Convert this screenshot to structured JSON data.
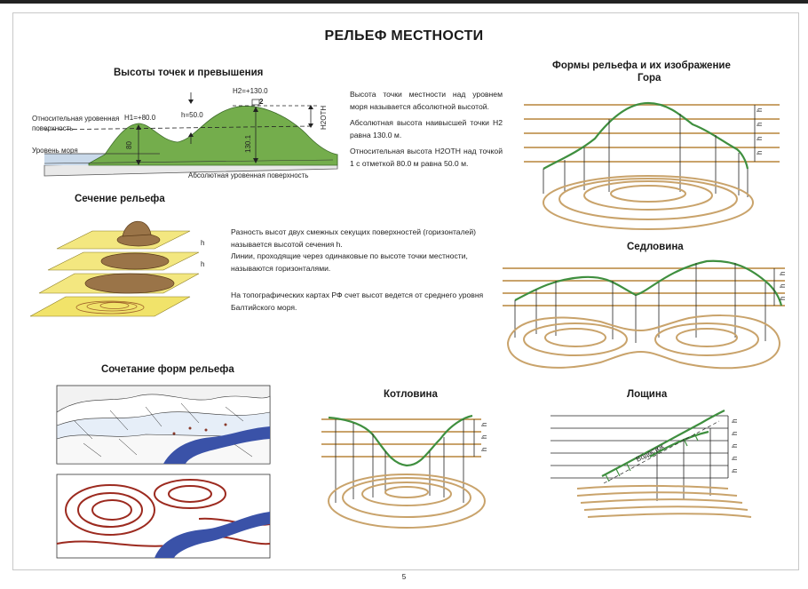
{
  "title": "РЕЛЬЕФ МЕСТНОСТИ",
  "sections": {
    "heights": "Высоты точек и превышения",
    "forms": "Формы рельефа и их изображение",
    "section": "Сечение рельефа",
    "combination": "Сочетание форм рельефа"
  },
  "forms": {
    "mountain": "Гора",
    "saddle": "Седловина",
    "basin": "Котловина",
    "hollow": "Лощина"
  },
  "heights_diagram": {
    "h1": "H1=+80.0",
    "h2": "H2=+130.0",
    "h_rel": "h=50.0",
    "point2": "2",
    "relative_surface_1": "Относительная уровенная",
    "relative_surface_2": "поверхность",
    "sea_level": "Уровень моря",
    "absolute_surface": "Абсолютная  уровенная поверхность",
    "v80": "80",
    "v130": "130.1",
    "h2_otn": "H2ОТН"
  },
  "text": {
    "abs_1": "Высота точки местности над уровнем моря называется абсолютной высотой.",
    "abs_2": "Абсолютная высота наивысшей точки H2 равна 130.0 м.",
    "abs_3": "Относительная высота H2ОТН над точкой 1 с отметкой 80.0 м равна 50.0 м.",
    "sec_1": "Разность высот двух смежных секущих поверхностей (горизонталей) называется высотой сечения h.",
    "sec_2": "Линии, проходящие через одинаковые по высоте точки местности, называются горизонталями.",
    "sec_3": "На топографических картах РФ счет высот ведется от среднего уровня Балтийского моря."
  },
  "section_h": "h",
  "interval_h": "h",
  "hollow_label": "Водосток",
  "page_number": "5",
  "colors": {
    "hill_green": "#6fa84a",
    "contour_tan": "#c9a36b",
    "plane_yellow": "#f1e36a",
    "mass_brown": "#9a7448",
    "profile_green": "#3f8f3f",
    "river_blue": "#3a52a8",
    "map_red": "#9c2a1f"
  }
}
